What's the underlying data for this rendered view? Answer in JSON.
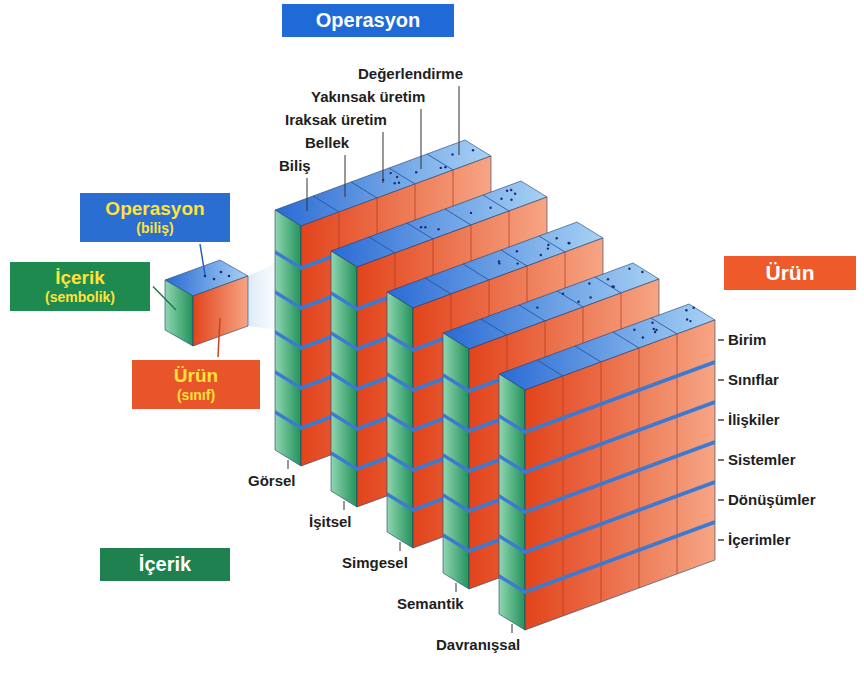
{
  "diagram": {
    "nodes": [
      {
        "text": [
          "Operasyon"
        ]
      },
      {
        "text": [
          "Operasyon",
          "(biliş)"
        ]
      },
      {
        "text": [
          "Ürün"
        ]
      },
      {
        "text": [
          "İçerik",
          "(sembolik)"
        ]
      },
      {
        "text": [
          "Ürün",
          "(sınıf)"
        ]
      },
      {
        "text": [
          "İçerik"
        ]
      }
    ],
    "labels": [
      "Değerlendirme",
      "Yakınsak üretim",
      "Iraksak üretim",
      "Bellek",
      "Biliş",
      "Birim",
      "Sınıflar",
      "İlişkiler",
      "Sistemler",
      "Dönüşümler",
      "İçerimler",
      "Görsel",
      "İşitsel",
      "Simgesel",
      "Semantik",
      "Davranışsal"
    ]
  }
}
